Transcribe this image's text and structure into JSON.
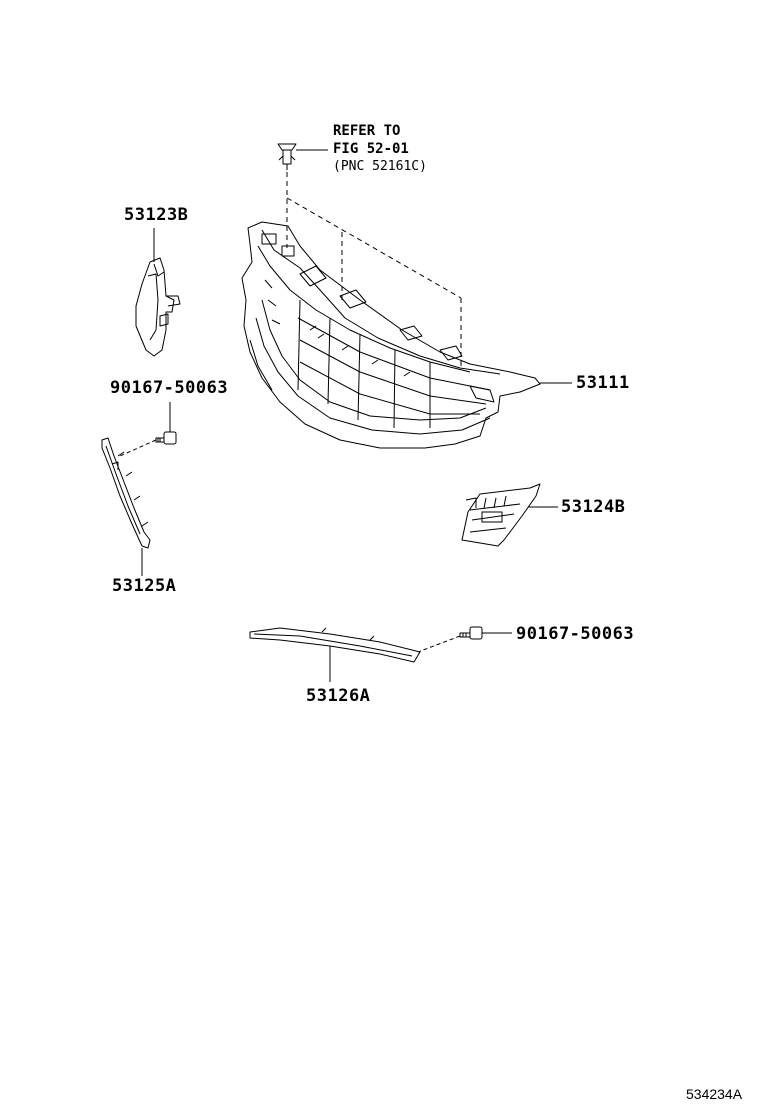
{
  "refer_note": {
    "line1": "REFER TO",
    "line2": "FIG 52-01",
    "line3": "(PNC 52161C)"
  },
  "parts": {
    "p53123B": "53123B",
    "p90167_left": "90167-50063",
    "p53125A": "53125A",
    "p53111": "53111",
    "p53124B": "53124B",
    "p90167_right": "90167-50063",
    "p53126A": "53126A"
  },
  "figure_id": "534234A",
  "colors": {
    "line": "#000000",
    "background": "#ffffff"
  }
}
